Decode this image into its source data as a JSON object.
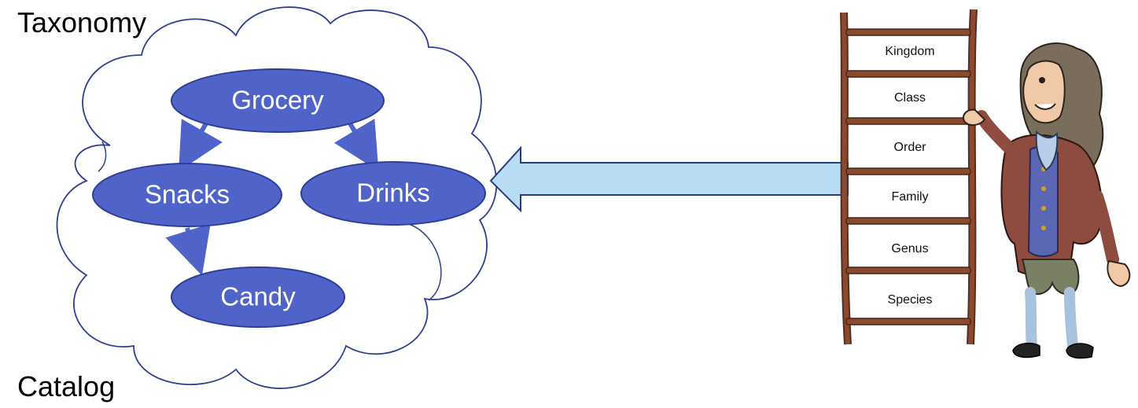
{
  "labels": {
    "taxonomy": "Taxonomy",
    "catalog": "Catalog"
  },
  "nodes": {
    "grocery": "Grocery",
    "snacks": "Snacks",
    "drinks": "Drinks",
    "candy": "Candy"
  },
  "ladder": {
    "rungs": [
      "Kingdom",
      "Class",
      "Order",
      "Family",
      "Genus",
      "Species"
    ]
  },
  "colors": {
    "node_fill": "#4f63c9",
    "node_stroke": "#2f3f99",
    "cloud_stroke": "#2f3f8f",
    "arrow_fill": "#b9dcf5",
    "arrow_stroke": "#2a3a80",
    "ladder_wood": "#7a3f27"
  },
  "icons": {
    "scientist": "linnaeus-figure",
    "ladder": "taxonomy-ladder"
  }
}
